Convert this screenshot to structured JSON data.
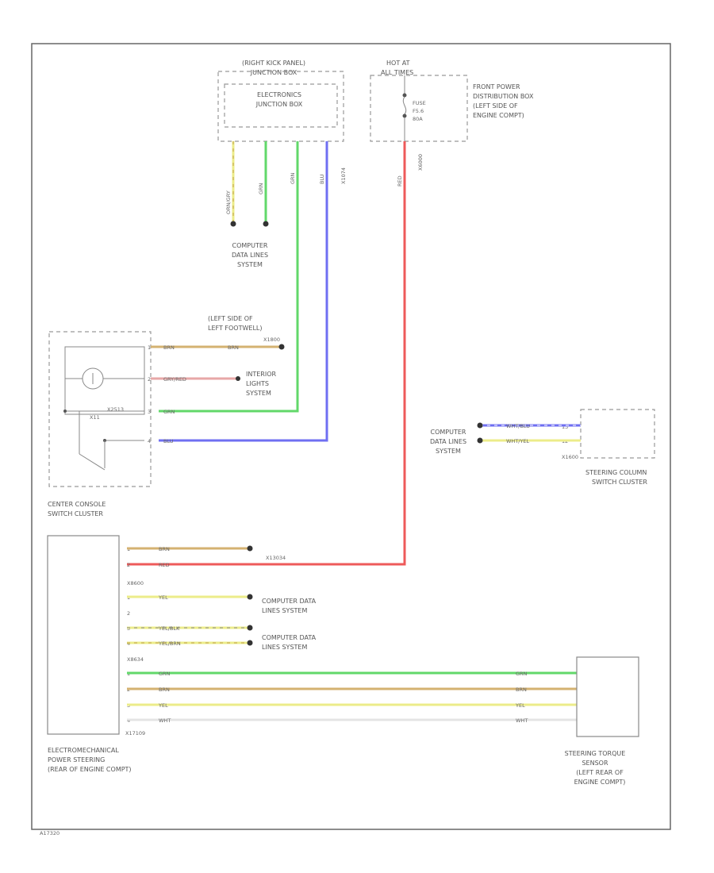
{
  "colors": {
    "green": "#62d86a",
    "blue": "#6f6ff2",
    "red": "#ee5a5a",
    "yellow": "#ecec8a",
    "brown": "#d4b271",
    "white": "#e4e4e4",
    "border": "#666666"
  },
  "ejb": {
    "header_line1": "(RIGHT KICK PANEL)",
    "header_line2": "JUNCTION BOX",
    "title_line1": "ELECTRONICS",
    "title_line2": "JUNCTION BOX",
    "wire1": "ORN/GRY",
    "wire2": "GRN",
    "wire3": "GRN",
    "wire4": "BLU",
    "side_label": "X1074"
  },
  "fuse": {
    "header_line1": "HOT AT",
    "header_line2": "ALL TIMES",
    "fuse_line1": "FUSE",
    "fuse_line2": "F5.6",
    "fuse_line3": "80A",
    "desc_line1": "FRONT POWER",
    "desc_line2": "DISTRIBUTION BOX",
    "desc_line3": "(LEFT SIDE OF",
    "desc_line4": "ENGINE COMPT)",
    "wire": "RED",
    "wire_side": "X6000"
  },
  "cdl_top": {
    "line1": "COMPUTER",
    "line2": "DATA LINES",
    "line3": "SYSTEM"
  },
  "ground1": {
    "line1": "(LEFT SIDE OF",
    "line2": "LEFT FOOTWELL)",
    "id": "X1800"
  },
  "console": {
    "wire1": "BRN",
    "wire2": "GRY/RED",
    "wire3": "GRN",
    "wire4": "BLU",
    "wire1_right": "BRN",
    "pin1": "1",
    "pin2": "2",
    "pin3": "3",
    "pin4": "4",
    "inner_label": "X11",
    "connector": "X2513",
    "name_line1": "CENTER CONSOLE",
    "name_line2": "SWITCH CLUSTER"
  },
  "interior_lights": {
    "line1": "INTERIOR",
    "line2": "LIGHTS",
    "line3": "SYSTEM"
  },
  "steering_column": {
    "wire1": "WHT/BLU",
    "wire2": "WHT/YEL",
    "pin1": "13",
    "pin2": "12",
    "connector": "X1600",
    "cdl_line1": "COMPUTER",
    "cdl_line2": "DATA LINES",
    "cdl_line3": "SYSTEM",
    "name_line1": "STEERING COLUMN",
    "name_line2": "SWITCH CLUSTER"
  },
  "eps": {
    "pin1": "1",
    "pin2": "2",
    "wire1": "BRN",
    "wire2": "RED",
    "ground_id": "X13034",
    "connector2": "X8600",
    "c2_pin1": "1",
    "c2_pin2": "2",
    "c2_pin3": "3",
    "c2_pin4": "4",
    "c2_wire1": "YEL",
    "c2_wire3": "YEL/BLK",
    "c2_wire4": "YEL/BRN",
    "cdl1_line1": "COMPUTER DATA",
    "cdl1_line2": "LINES SYSTEM",
    "cdl2_line1": "COMPUTER DATA",
    "cdl2_line2": "LINES SYSTEM",
    "connector3": "X8634",
    "c3_pin1": "1",
    "c3_pin2": "2",
    "c3_pin3": "3",
    "c3_pin4": "4",
    "c3_wire1": "GRN",
    "c3_wire2": "BRN",
    "c3_wire3": "YEL",
    "c3_wire4": "WHT",
    "bottom_id": "X17109",
    "name_line1": "ELECTROMECHANICAL",
    "name_line2": "POWER STEERING",
    "name_line3": "(REAR OF ENGINE COMPT)"
  },
  "torque": {
    "wire1": "GRN",
    "wire2": "BRN",
    "wire3": "YEL",
    "wire4": "WHT",
    "name_line1": "STEERING TORQUE",
    "name_line2": "SENSOR",
    "name_line3": "(LEFT REAR OF",
    "name_line4": "ENGINE COMPT)"
  },
  "footer_id": "A17320"
}
